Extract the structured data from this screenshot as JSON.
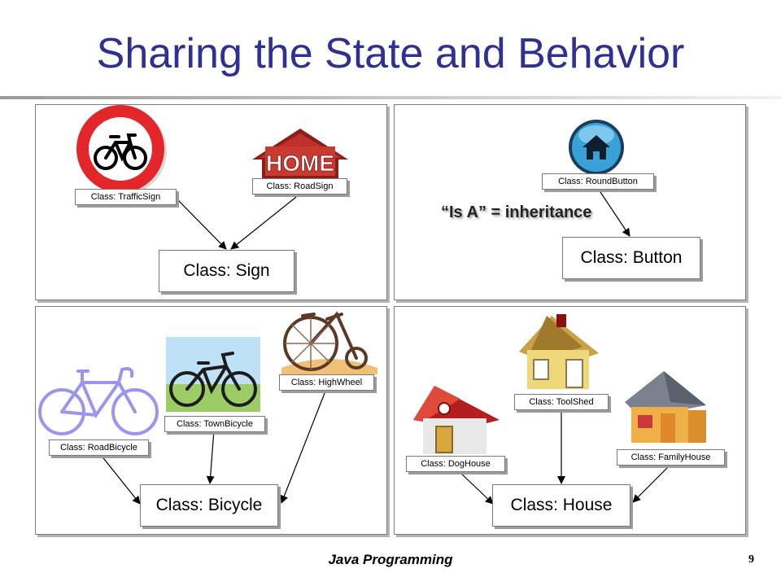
{
  "slide": {
    "title": "Sharing the State and Behavior",
    "footer": "Java Programming",
    "page_number": "9"
  },
  "sign_panel": {
    "traffic_sign_label": "Class: TrafficSign",
    "road_sign_label": "Class: RoadSign",
    "home_sign_text": "HOME",
    "parent_label": "Class: Sign"
  },
  "button_panel": {
    "round_button_label": "Class: RoundButton",
    "annotation": "“Is A” = inheritance",
    "parent_label": "Class: Button"
  },
  "bicycle_panel": {
    "road_bicycle_label": "Class: RoadBicycle",
    "town_bicycle_label": "Class: TownBicycle",
    "high_wheel_label": "Class: HighWheel",
    "parent_label": "Class: Bicycle"
  },
  "house_panel": {
    "dog_house_label": "Class: DogHouse",
    "tool_shed_label": "Class: ToolShed",
    "family_house_label": "Class: FamilyHouse",
    "parent_label": "Class: House"
  },
  "colors": {
    "title": "#2e3192",
    "traffic_sign_red": "#e3262a",
    "road_sign_red": "#c0302a",
    "round_button_blue": "#3aa0d8",
    "road_bicycle_lavender": "#9b95ee"
  }
}
